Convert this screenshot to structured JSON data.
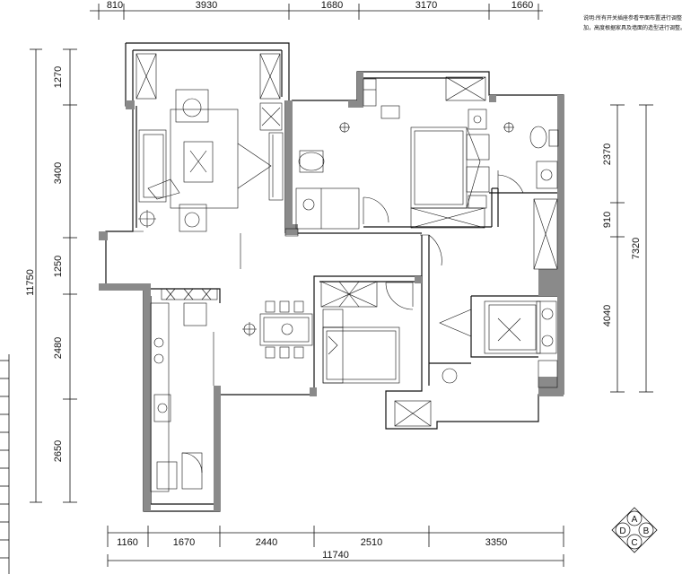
{
  "plan": {
    "note_line1": "说明:所有开关插座参看平面布置进行调整并",
    "note_line2": "加，高度根据家具及墙面的造型进行调整。",
    "top_dims": [
      "810",
      "3930",
      "1680",
      "3170",
      "1660"
    ],
    "bottom_dims": [
      "1160",
      "1670",
      "2440",
      "2510",
      "3350"
    ],
    "bottom_total": "11740",
    "left_dims": [
      "1270",
      "3400",
      "1250",
      "2480",
      "2650"
    ],
    "left_total": "11750",
    "right_dims": [
      "2370",
      "910",
      "4040"
    ],
    "right_total": "7320",
    "compass": [
      "A",
      "B",
      "C",
      "D"
    ]
  }
}
